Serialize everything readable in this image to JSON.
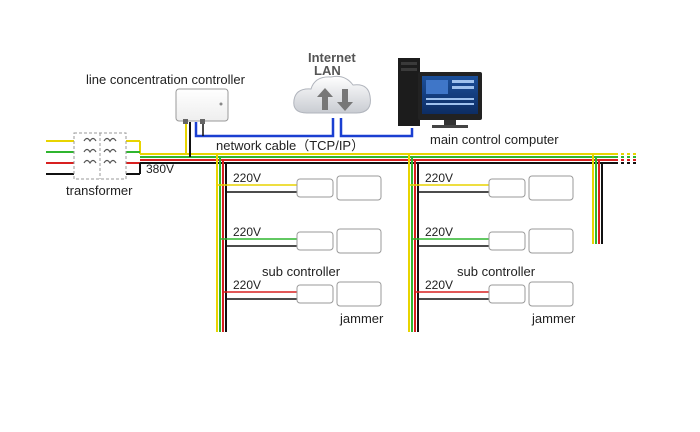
{
  "labels": {
    "internet": "Internet",
    "lan": "LAN",
    "line_concentration_controller": "line concentration controller",
    "network_cable": "network cable（TCP/IP）",
    "main_control_computer": "main control computer",
    "transformer": "transformer",
    "voltage_380": "380V",
    "voltage_220": "220V",
    "sub_controller": "sub controller",
    "jammer": "jammer"
  },
  "colors": {
    "network_cable": "#1a3fd1",
    "wire_yellow": "#e8d400",
    "wire_green": "#2fb52f",
    "wire_red": "#d82020",
    "wire_black": "#111111",
    "device_border": "#9a9a9a"
  }
}
